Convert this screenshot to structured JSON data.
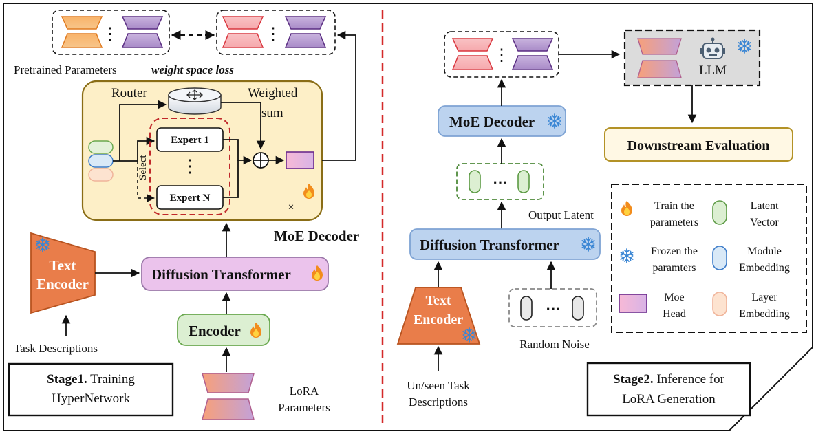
{
  "stage1": {
    "pretrained_label": "Pretrained Parameters",
    "loss_label": "weight space loss",
    "router_label": "Router",
    "weighted_label_1": "Weighted",
    "weighted_label_2": "sum",
    "select_label": "Select",
    "expert_1": "Expert 1",
    "expert_n": "Expert N",
    "times_label": "×",
    "moe_decoder_label": "MoE Decoder",
    "text_encoder_1": "Text",
    "text_encoder_2": "Encoder",
    "diffusion_label": "Diffusion Transformer",
    "encoder_label": "Encoder",
    "task_desc": "Task Descriptions",
    "lora_1": "LoRA",
    "lora_2": "Parameters",
    "stage_bold": "Stage1.",
    "stage_rest": " Training",
    "stage_line2": "HyperNetwork"
  },
  "stage2": {
    "llm_label": "LLM",
    "moe_decoder_label": "MoE Decoder",
    "downstream_label": "Downstream Evaluation",
    "output_latent": "Output Latent",
    "diffusion_label": "Diffusion Transformer",
    "text_encoder_1": "Text",
    "text_encoder_2": "Encoder",
    "random_noise": "Random Noise",
    "unseen_1": "Un/seen Task",
    "unseen_2": "Descriptions",
    "stage_bold": "Stage2.",
    "stage_rest": " Inference for",
    "stage_line2": "LoRA Generation"
  },
  "legend": {
    "train_1": "Train the",
    "train_2": "parameters",
    "latent_1": "Latent",
    "latent_2": "Vector",
    "frozen_1": "Frozen the",
    "frozen_2": "paramters",
    "module_1": "Module",
    "module_2": "Embedding",
    "moe_1": "Moe",
    "moe_2": "Head",
    "layer_1": "Layer",
    "layer_2": "Embedding"
  },
  "symbols": {
    "dots": "⋮",
    "ellipsis": "⋯",
    "fire_icon": "fire",
    "snowflake_icon": "snowflake",
    "robot_icon": "robot"
  }
}
